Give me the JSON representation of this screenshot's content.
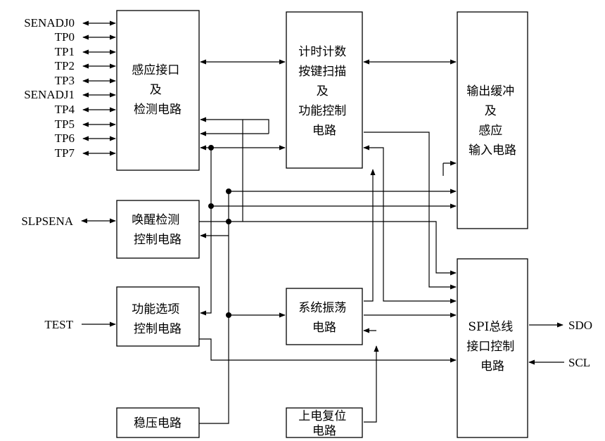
{
  "blocks": {
    "sense_interface": [
      "感应接口",
      "及",
      "检测电路"
    ],
    "timer_key": [
      "计时计数",
      "按键扫描",
      "及",
      "功能控制",
      "电路"
    ],
    "output_buffer": [
      "输出缓冲",
      "及",
      "感应",
      "输入电路"
    ],
    "wake_detect": [
      "唤醒检测",
      "控制电路"
    ],
    "option_ctrl": [
      "功能选项",
      "控制电路"
    ],
    "regulator": [
      "稳压电路"
    ],
    "oscillator": [
      "系统振荡",
      "电路"
    ],
    "power_reset": [
      "上电复位",
      "电路"
    ],
    "spi": [
      "SPI总线",
      "接口控制",
      "电路"
    ]
  },
  "pins": {
    "left": [
      "SENADJ0",
      "TP0",
      "TP1",
      "TP2",
      "TP3",
      "SENADJ1",
      "TP4",
      "TP5",
      "TP6",
      "TP7"
    ],
    "slpsena": "SLPSENA",
    "test": "TEST",
    "sdo": "SDO",
    "scl": "SCL"
  }
}
